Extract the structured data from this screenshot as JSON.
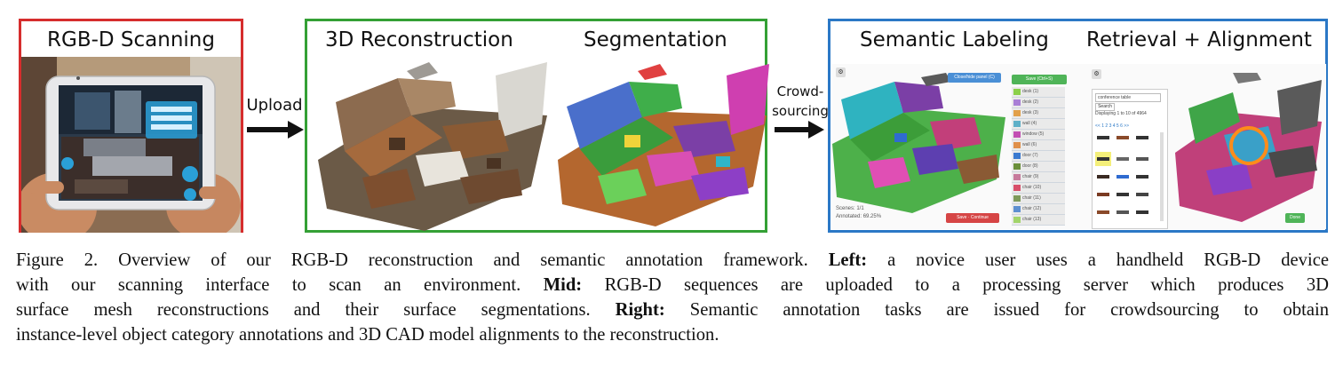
{
  "panels": {
    "scanning": {
      "title": "RGB-D Scanning",
      "border_color": "#d62d2d"
    },
    "reconstruction": {
      "title_left": "3D Reconstruction",
      "title_right": "Segmentation",
      "border_color": "#34a035"
    },
    "annotation": {
      "title_left": "Semantic Labeling",
      "title_right": "Retrieval + Alignment",
      "border_color": "#2b78c6"
    }
  },
  "arrows": {
    "upload": {
      "label": "Upload"
    },
    "crowdsourcing": {
      "label_line1": "Crowd-",
      "label_line2": "sourcing"
    }
  },
  "labeling_ui": {
    "top_button": "Close/hide panel (C)",
    "save_button": "Save (Ctrl+S)",
    "status_scenes": "Scenes: 1/1",
    "status_annotated": "Annotated: 69.25%",
    "finish_button": "Save · Continue",
    "labels": [
      {
        "name": "desk (1)",
        "color": "#8bd04a"
      },
      {
        "name": "desk (2)",
        "color": "#a97fd6"
      },
      {
        "name": "desk (3)",
        "color": "#e2a04a"
      },
      {
        "name": "wall (4)",
        "color": "#5fb0c8"
      },
      {
        "name": "window (5)",
        "color": "#c34fb3"
      },
      {
        "name": "wall (6)",
        "color": "#e0904a"
      },
      {
        "name": "door (7)",
        "color": "#3b7ad0"
      },
      {
        "name": "door (8)",
        "color": "#6a8f3a"
      },
      {
        "name": "chair (9)",
        "color": "#c77a9c"
      },
      {
        "name": "chair (10)",
        "color": "#d84f6a"
      },
      {
        "name": "chair (11)",
        "color": "#7e9a5a"
      },
      {
        "name": "chair (12)",
        "color": "#5d8fd0"
      },
      {
        "name": "chair (13)",
        "color": "#a2d46a"
      }
    ]
  },
  "retrieval_ui": {
    "search_value": "conference table",
    "search_button": "Search",
    "result_text": "Displaying 1 to 10 of 4964",
    "pager": "<<  1 2 3 4 5 6 >>",
    "done_button": "Done"
  },
  "caption": {
    "figure_label": "Figure 2.",
    "line1_text": "Overview of our RGB-D reconstruction and semantic annotation framework.",
    "left_label": "Left:",
    "line1_tail": "a novice user uses a handheld RGB-D device",
    "line2_text": "with our scanning interface to scan an environment.",
    "mid_label": "Mid:",
    "line2_tail": "RGB-D sequences are uploaded to a processing server which produces 3D",
    "line3_text": "surface mesh reconstructions and their surface segmentations.",
    "right_label": "Right:",
    "line3_tail": "Semantic annotation tasks are issued for crowdsourcing to obtain",
    "line4_text": "instance-level object category annotations and 3D CAD model alignments to the reconstruction."
  }
}
